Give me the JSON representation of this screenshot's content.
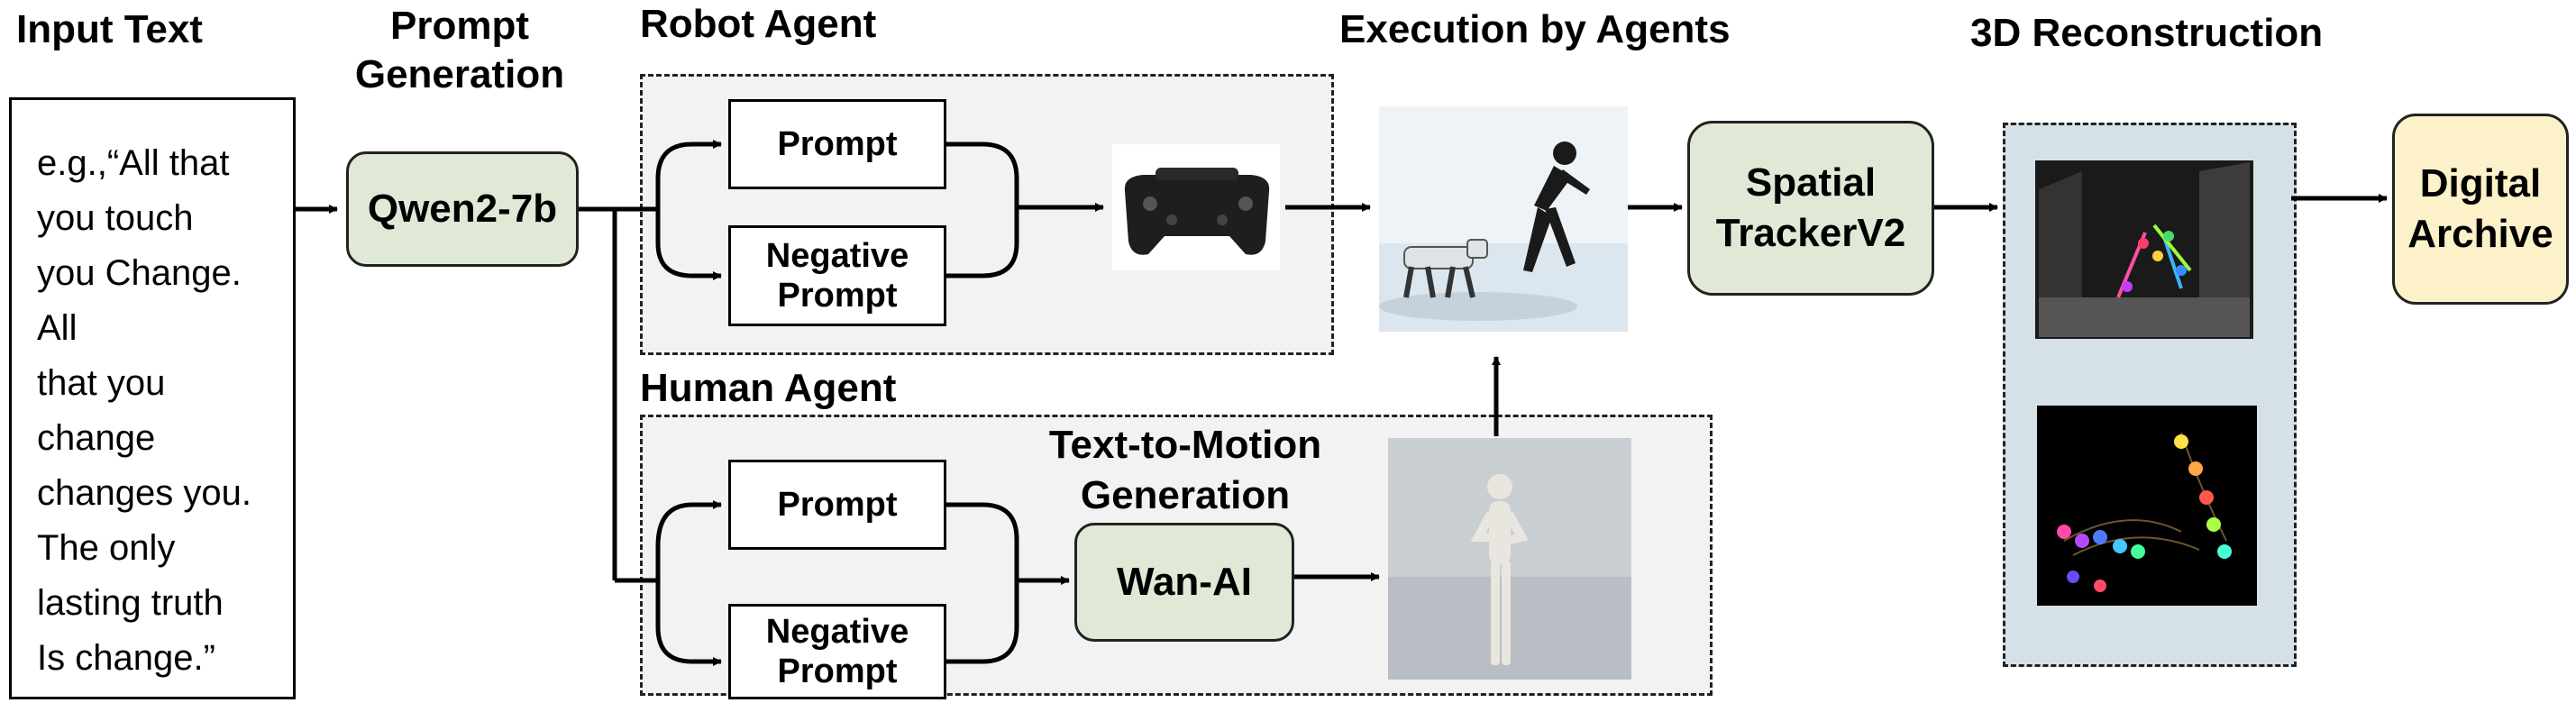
{
  "headings": {
    "input_text": "Input Text",
    "prompt_generation": "Prompt\nGeneration",
    "robot_agent": "Robot Agent",
    "human_agent": "Human Agent",
    "execution": "Execution by Agents",
    "reconstruction": "3D Reconstruction",
    "text_to_motion": "Text-to-Motion\nGeneration"
  },
  "input_text_body": "e.g.,“All that\nyou touch\nyou Change.\nAll\nthat you\nchange\nchanges you.\nThe only\nlasting truth\nIs change.”",
  "nodes": {
    "qwen": "Qwen2-7b",
    "robot_prompt": "Prompt",
    "robot_negative": "Negative\nPrompt",
    "human_prompt": "Prompt",
    "human_negative": "Negative\nPrompt",
    "wan": "Wan-AI",
    "tracker": "Spatial\nTrackerV2",
    "archive": "Digital\nArchive"
  },
  "colors": {
    "model_fill": "#dfe9d6",
    "archive_fill": "#fdf1c9",
    "group_fill": "#f2f2f2",
    "reconstruction_fill": "#d6e0e7"
  }
}
